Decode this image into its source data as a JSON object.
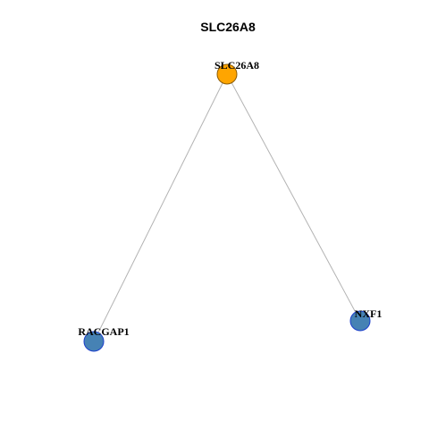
{
  "graph": {
    "title": "SLC26A8",
    "nodes": [
      {
        "id": "SLC26A8",
        "label": "SLC26A8",
        "role": "center",
        "fill": "#FFA500",
        "stroke": "#8B5A00"
      },
      {
        "id": "RACGAP1",
        "label": "RACGAP1",
        "role": "neighbor",
        "fill": "#4682B4",
        "stroke": "#1C3FCC"
      },
      {
        "id": "NXF1",
        "label": "NXF1",
        "role": "neighbor",
        "fill": "#4682B4",
        "stroke": "#1C3FCC"
      }
    ],
    "edges": [
      {
        "source": "SLC26A8",
        "target": "RACGAP1"
      },
      {
        "source": "SLC26A8",
        "target": "NXF1"
      }
    ]
  }
}
